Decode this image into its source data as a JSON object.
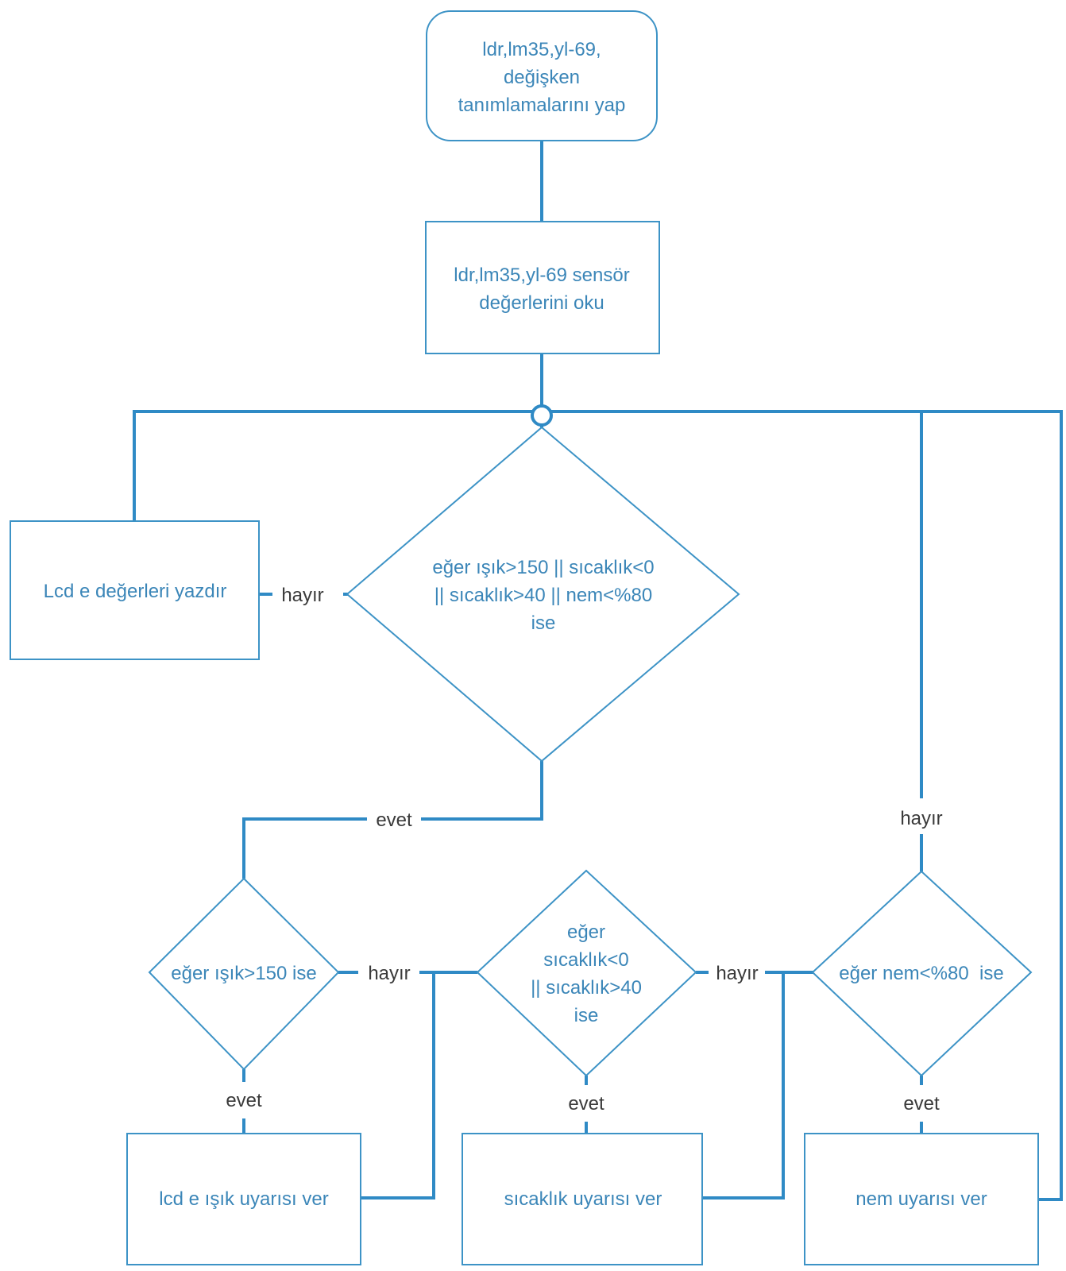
{
  "diagram": {
    "colors": {
      "node_stroke": "#3d93c6",
      "connector": "#2f8ac5",
      "node_text": "#3b86b8",
      "edge_label_text": "#3a3a3a",
      "background": "#ffffff"
    },
    "nodes": {
      "start": {
        "shape": "rounded-rectangle",
        "lines": [
          "ldr,lm35,yl-69,",
          "değişken",
          "tanımlamalarını yap"
        ]
      },
      "read": {
        "shape": "rectangle",
        "lines": [
          "ldr,lm35,yl-69 sensör",
          "değerlerini oku"
        ]
      },
      "decision_main": {
        "shape": "diamond",
        "lines": [
          "eğer ışık>150 || sıcaklık<0",
          "|| sıcaklık>40 || nem<%80",
          "ise"
        ]
      },
      "lcd_write": {
        "shape": "rectangle",
        "lines": [
          "Lcd e değerleri yazdır"
        ]
      },
      "decision_light": {
        "shape": "diamond",
        "lines": [
          "eğer ışık>150 ise"
        ]
      },
      "decision_temp": {
        "shape": "diamond",
        "lines": [
          "eğer",
          "sıcaklık<0",
          "|| sıcaklık>40",
          "ise"
        ]
      },
      "decision_humidity": {
        "shape": "diamond",
        "lines": [
          "eğer nem<%80  ise"
        ]
      },
      "light_warning": {
        "shape": "rectangle",
        "lines": [
          "lcd e ışık uyarısı ver"
        ]
      },
      "temp_warning": {
        "shape": "rectangle",
        "lines": [
          "sıcaklık uyarısı ver"
        ]
      },
      "humidity_warning": {
        "shape": "rectangle",
        "lines": [
          "nem uyarısı ver"
        ]
      }
    },
    "edge_labels": {
      "main_no": "hayır",
      "main_yes": "evet",
      "light_no": "hayır",
      "light_yes": "evet",
      "temp_no": "hayır",
      "temp_yes": "evet",
      "humidity_no": "hayır",
      "humidity_yes": "evet"
    }
  }
}
